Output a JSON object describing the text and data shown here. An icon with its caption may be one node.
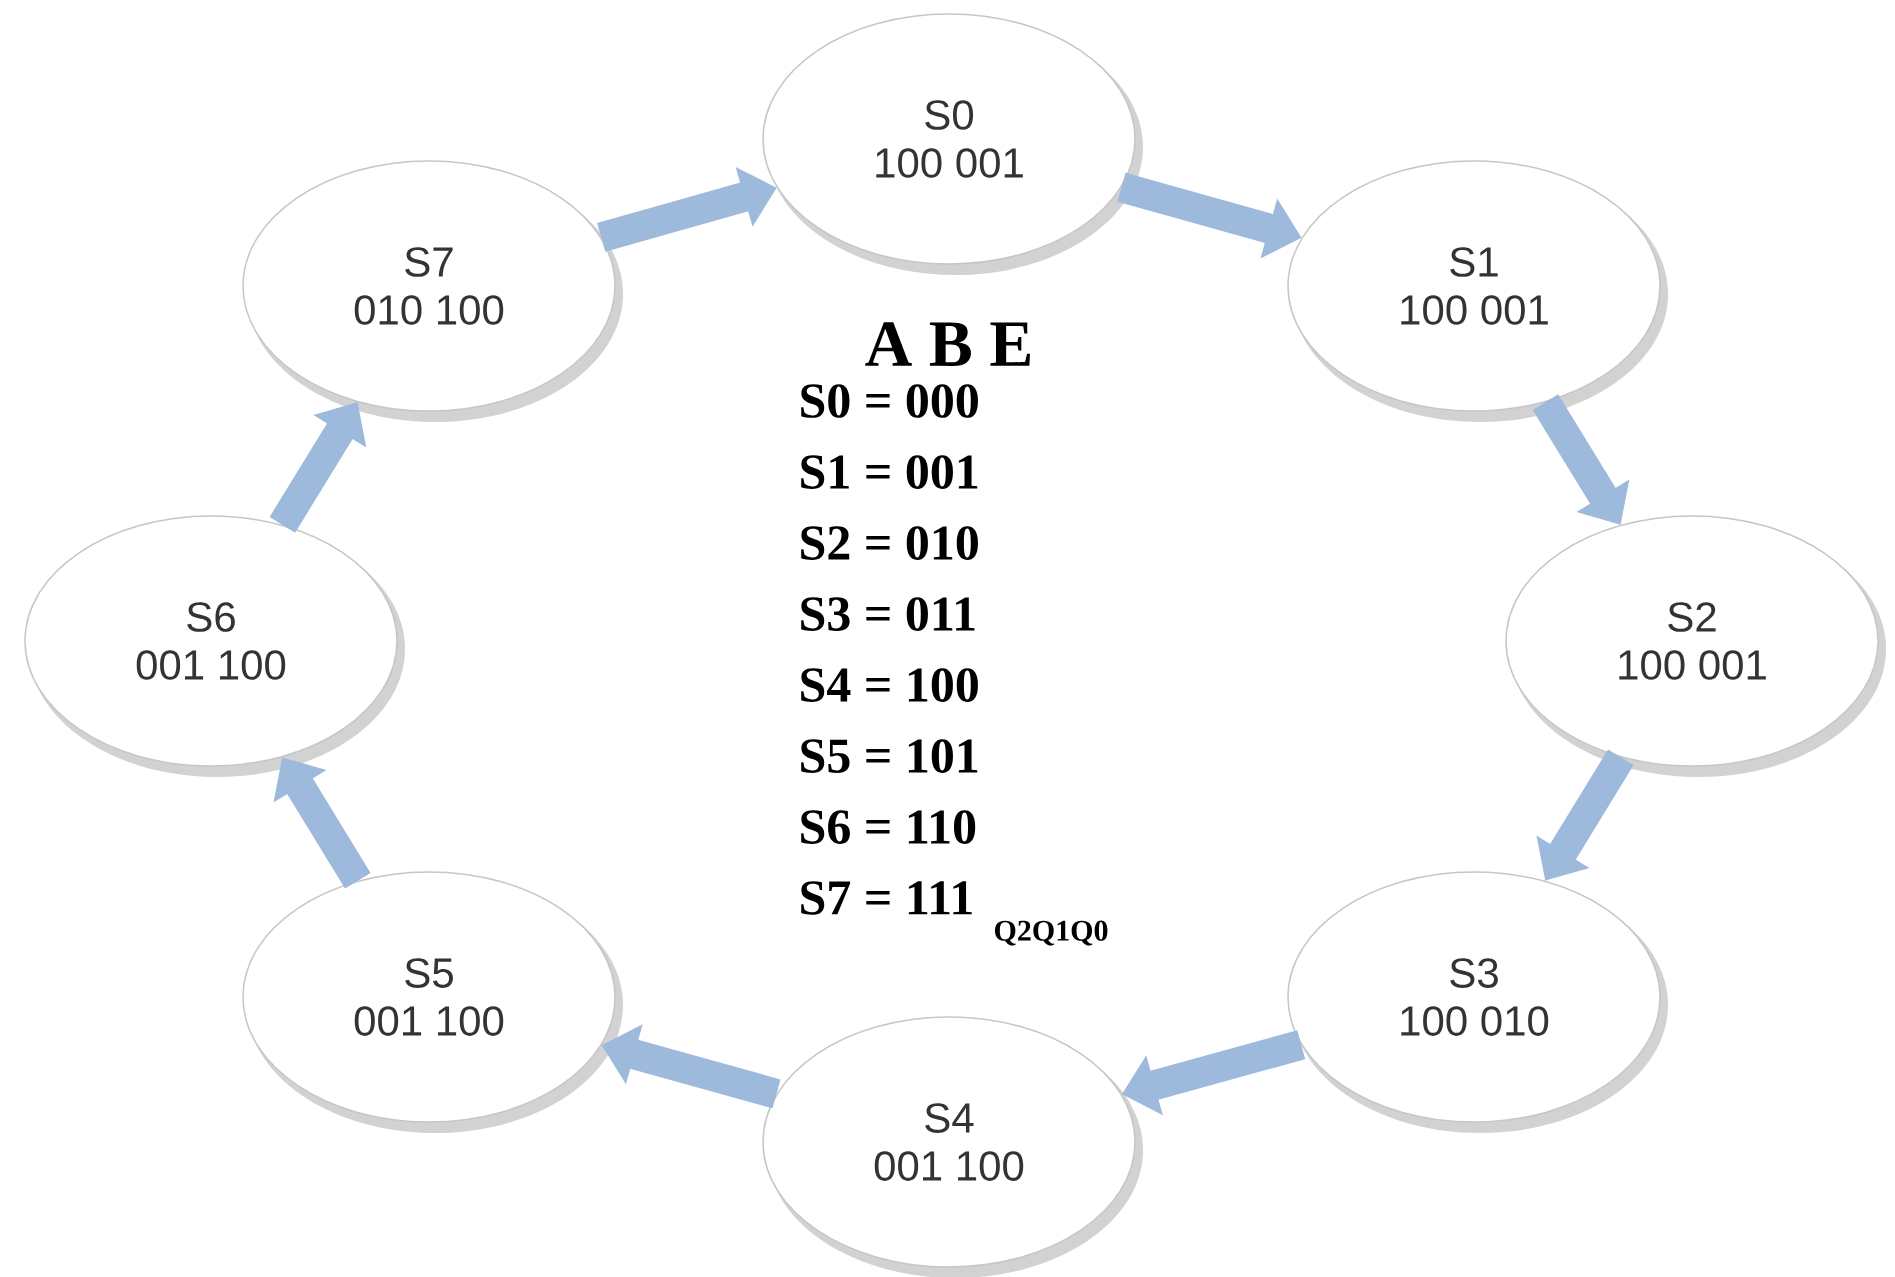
{
  "diagram": {
    "nodes": [
      {
        "text": [
          "S0",
          "100 001"
        ]
      },
      {
        "text": [
          "S1",
          "100 001"
        ]
      },
      {
        "text": [
          "S2",
          "100 001"
        ]
      },
      {
        "text": [
          "S3",
          "100 010"
        ]
      },
      {
        "text": [
          "S4",
          "001 100"
        ]
      },
      {
        "text": [
          "S5",
          "001 100"
        ]
      },
      {
        "text": [
          "S6",
          "001 100"
        ]
      },
      {
        "text": [
          "S7",
          "010 100"
        ]
      }
    ],
    "edges": [
      {
        "from": 0,
        "to": 1,
        "arrow": "to"
      },
      {
        "from": 1,
        "to": 2,
        "arrow": "to"
      },
      {
        "from": 2,
        "to": 3,
        "arrow": "to"
      },
      {
        "from": 3,
        "to": 4,
        "arrow": "to"
      },
      {
        "from": 4,
        "to": 5,
        "arrow": "to"
      },
      {
        "from": 5,
        "to": 6,
        "arrow": "to"
      },
      {
        "from": 6,
        "to": 7,
        "arrow": "to"
      },
      {
        "from": 7,
        "to": 0,
        "arrow": "to"
      }
    ],
    "labels": [
      "A B E",
      "S0 = 000",
      "S1 = 001",
      "S2 = 010",
      "S3 = 011",
      "S4 = 100",
      "S5 = 101",
      "S6 = 110",
      "S7 = 111",
      "Q2Q1Q0"
    ]
  }
}
